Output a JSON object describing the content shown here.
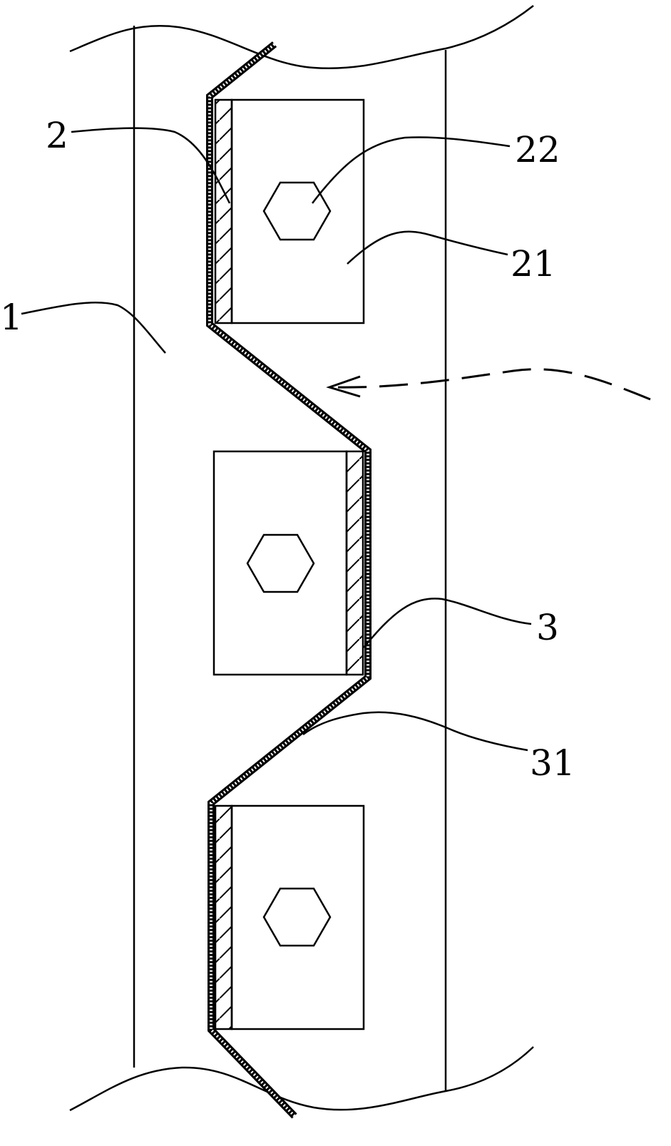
{
  "figure": {
    "labels": {
      "part_1": "1",
      "part_2": "2",
      "part_21": "21",
      "part_22": "22",
      "part_3": "3",
      "part_31": "31"
    },
    "colors": {
      "ink": "#000000",
      "background": "#ffffff"
    },
    "icons": {
      "bolt_head": "hexagon",
      "direction_marker": "dashed-arrow"
    }
  }
}
